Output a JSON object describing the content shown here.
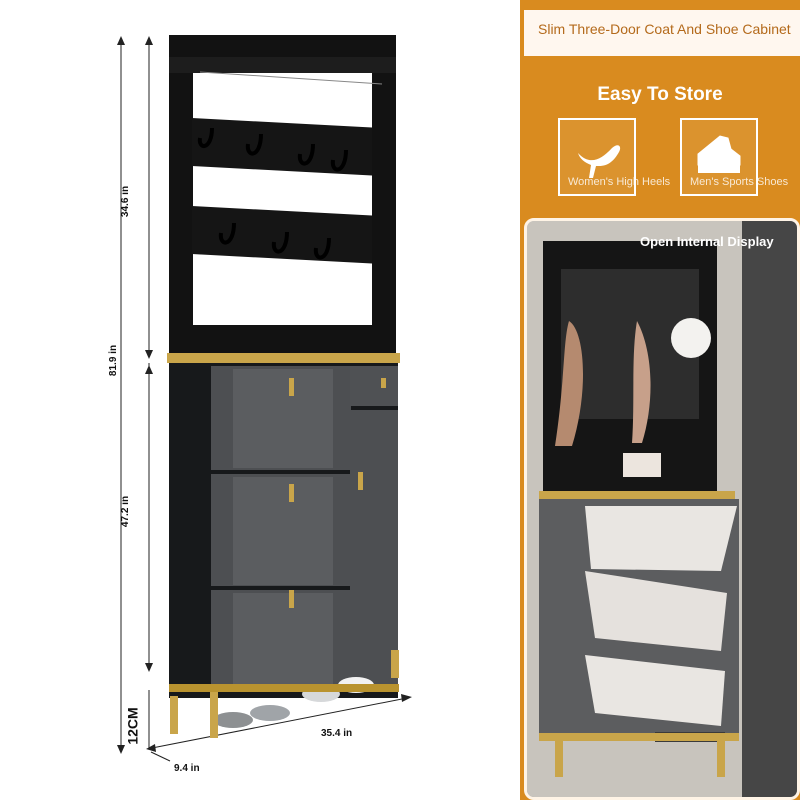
{
  "product": {
    "title": "Slim Three-Door Coat And Shoe Cabinet"
  },
  "features": {
    "heading": "Easy To Store",
    "items": [
      {
        "icon": "high-heel-icon",
        "caption": "Women's High Heels"
      },
      {
        "icon": "sneaker-icon",
        "caption": "Men's Sports Shoes"
      }
    ]
  },
  "display_photo": {
    "label": "Open Internal Display"
  },
  "dimensions": {
    "upper_height": "34.6 in",
    "total_height": "81.9 in",
    "lower_height": "47.2 in",
    "leg_height": "12CM",
    "depth": "9.4 in",
    "width": "35.4 in"
  },
  "colors": {
    "accent": "#d98b1f",
    "cabinet_black": "#121212",
    "cabinet_gray": "#4d4f52",
    "gold": "#c9a54a"
  }
}
